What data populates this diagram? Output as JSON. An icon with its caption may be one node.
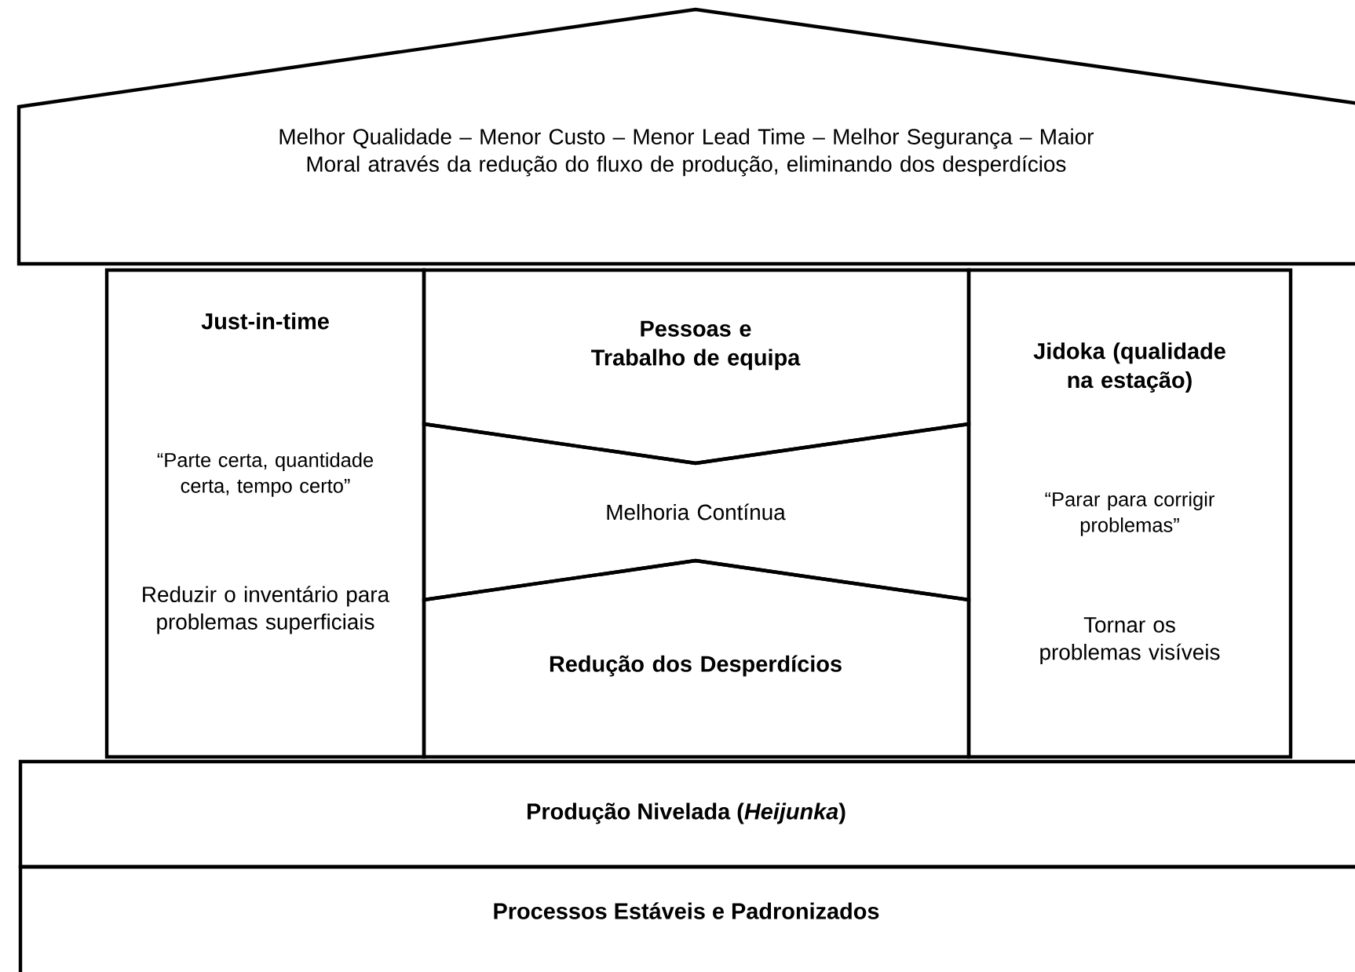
{
  "diagram": {
    "nodes": [
      {
        "text": [
          "Melhor Qualidade – Menor Custo – Menor Lead Time – Melhor Segurança – Maior Moral através da redução do fluxo de produção, eliminando dos desperdícios"
        ]
      },
      {
        "text": [
          "Just-in-time",
          "“Parte certa, quantidade certa, tempo certo”",
          "Reduzir o inventário para problemas superficiais"
        ]
      },
      {
        "text": [
          "Pessoas e Trabalho de equipa"
        ]
      },
      {
        "text": [
          "Melhoria Contínua"
        ]
      },
      {
        "text": [
          "Redução dos Desperdícios"
        ]
      },
      {
        "text": [
          "Jidoka (qualidade na estação)",
          "“Parar para corrigir problemas”",
          "Tornar os problemas visíveis"
        ]
      },
      {
        "text": [
          "Produção Nivelada (*Heijunka*)"
        ]
      },
      {
        "text": [
          "Processos Estáveis e Padronizados"
        ]
      }
    ]
  }
}
